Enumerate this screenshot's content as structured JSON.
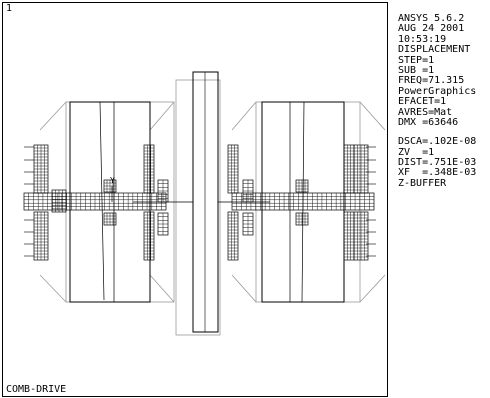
{
  "graphics_window": {
    "window_number": "1",
    "model_title": "COMB-DRIVE"
  },
  "legend": {
    "group1": [
      "ANSYS 5.6.2",
      "AUG 24 2001",
      "10:53:19",
      "DISPLACEMENT",
      "STEP=1",
      "SUB =1",
      "FREQ=71.315",
      "PowerGraphics",
      "EFACET=1",
      "AVRES=Mat",
      "DMX =63646"
    ],
    "group2": [
      "DSCA=.102E-08",
      "ZV  =1",
      "DIST=.751E-03",
      "XF  =.348E-03",
      "Z-BUFFER"
    ]
  },
  "triad_label": "Y",
  "colors": {
    "background": "#ffffff",
    "mesh": "#000000",
    "undeformed": "#9a9a9a"
  }
}
